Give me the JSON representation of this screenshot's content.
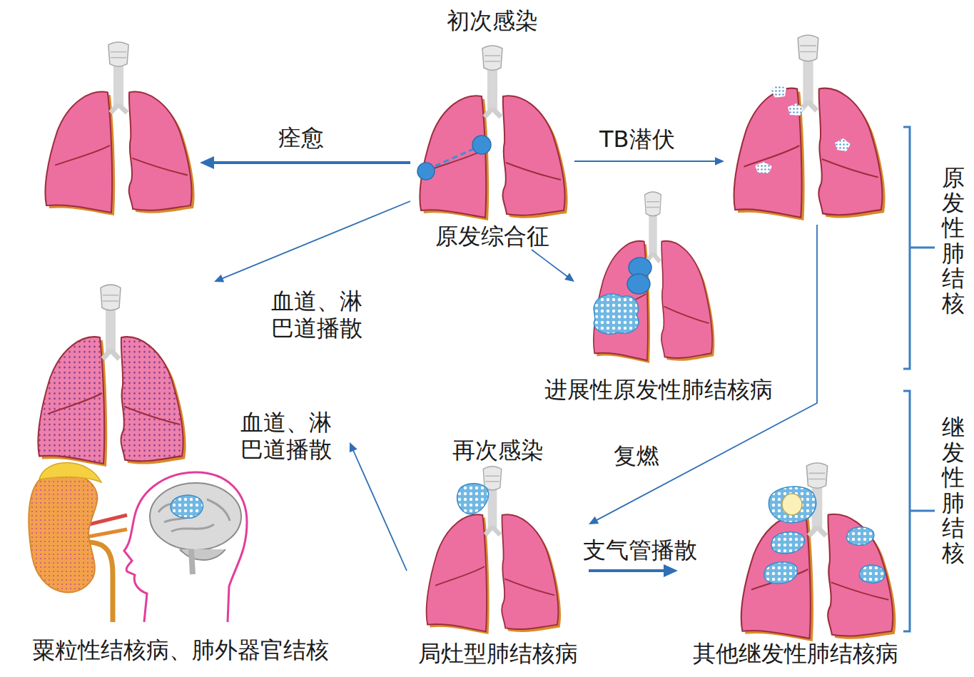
{
  "diagram": {
    "nodes": [
      {
        "text": []
      },
      {
        "text": [
          "初次感染",
          "原发综合征"
        ]
      },
      {
        "text": []
      },
      {
        "text": [
          "粟粒性结核病、肺外器官结核"
        ]
      },
      {
        "text": [
          "进展性原发性肺结核病"
        ]
      },
      {
        "text": [
          "再次感染",
          "局灶型肺结核病"
        ]
      },
      {
        "text": [
          "其他继发性肺结核病"
        ]
      }
    ],
    "edges": [
      {
        "from": 1,
        "to": 0,
        "arrow": "to",
        "label": "痊愈"
      },
      {
        "from": 1,
        "to": 2,
        "arrow": "to",
        "label": "TB潜伏"
      },
      {
        "from": 1,
        "to": 3,
        "arrow": "to",
        "label": "血道、淋巴道播散"
      },
      {
        "from": 1,
        "to": 4,
        "arrow": "to"
      },
      {
        "from": 2,
        "to": 5,
        "arrow": "to",
        "label": "复燃"
      },
      {
        "from": 5,
        "to": 3,
        "arrow": "to",
        "label": "血道、淋巴道播散"
      },
      {
        "from": 5,
        "to": 6,
        "arrow": "to",
        "label": "支气管播散"
      }
    ],
    "labels": [
      "原发性肺结核",
      "继发性肺结核"
    ]
  }
}
